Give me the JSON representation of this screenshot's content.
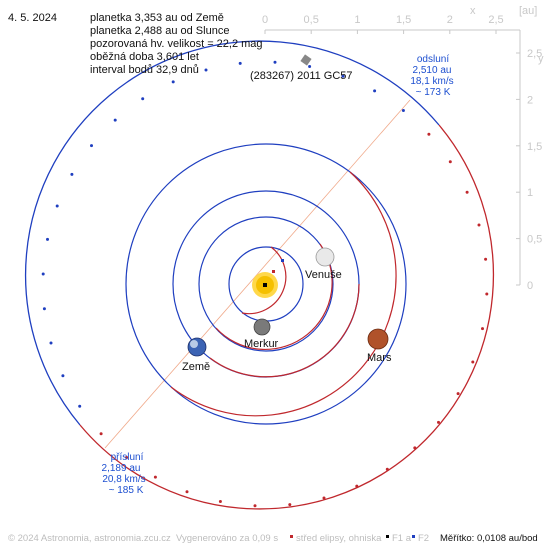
{
  "date": "4. 5. 2024",
  "info_lines": [
    "planetka 3,353 au od Země",
    "planetka 2,488 au od Slunce",
    "pozorovaná hv. velikost = 22,2 mag",
    "oběžná doba 3,601 let",
    "interval bodů 32,9 dnů"
  ],
  "object_name": "(283267) 2011 GC57",
  "axis": {
    "unit": "[au]",
    "x_name": "x",
    "y_name": "y",
    "x_ticks": [
      "0",
      "0,5",
      "1",
      "1,5",
      "2",
      "2,5"
    ],
    "y_ticks": [
      "2,5",
      "2",
      "1,5",
      "1",
      "0,5",
      "0"
    ]
  },
  "aphelion": {
    "title": "odsluní",
    "distance": "2,510 au",
    "speed": "18,1 km/s",
    "temp": "~ 173 K"
  },
  "perihelion": {
    "title": "přísluní",
    "distance": "2,189 au",
    "speed": "20,8 km/s",
    "temp": "~ 185 K"
  },
  "planets": {
    "venus": "Venuše",
    "mercury": "Merkur",
    "earth": "Země",
    "mars": "Mars"
  },
  "footer": {
    "copyright": "© 2024 Astronomia, astronomia.zcu.cz",
    "generated": "Vygenerováno za 0,09 s",
    "legend_center": "střed elipsy, ohniska",
    "legend_f1": "F1 a",
    "legend_f2": "F2",
    "scale": "Měřítko: 0,0108 au/bod"
  },
  "colors": {
    "orbit_blue": "#1f3fc0",
    "orbit_red": "#c0282d",
    "apsides_line": "#f0a98a",
    "axis": "#c8c8c8",
    "label_blue": "#1d4fd0"
  }
}
